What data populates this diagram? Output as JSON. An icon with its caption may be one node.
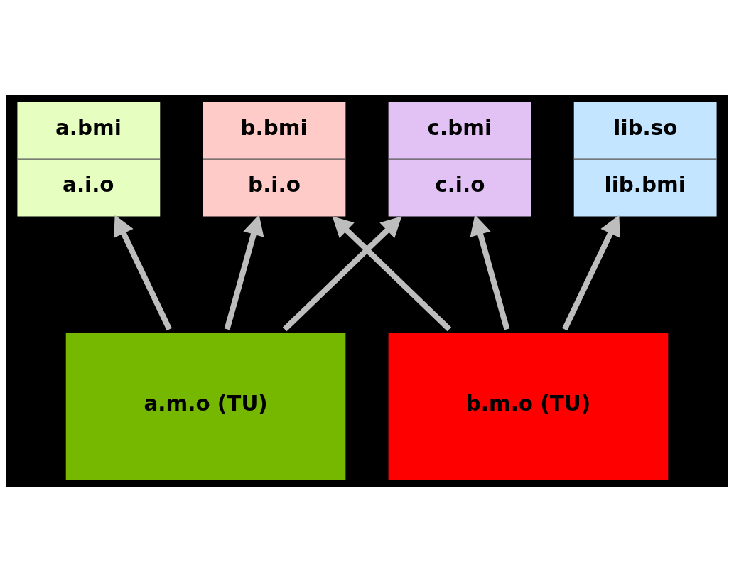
{
  "diagram": {
    "nodes": [
      {
        "text": [
          "a.bmi",
          "a.i.o"
        ]
      },
      {
        "text": [
          "b.bmi",
          "b.i.o"
        ]
      },
      {
        "text": [
          "c.bmi",
          "c.i.o"
        ]
      },
      {
        "text": [
          "lib.so",
          "lib.bmi"
        ]
      },
      {
        "text": [
          "a.m.o (TU)"
        ]
      },
      {
        "text": [
          "b.m.o (TU)"
        ]
      }
    ],
    "edges": [
      {
        "from": 4,
        "to": 0,
        "arrow": "to"
      },
      {
        "from": 4,
        "to": 1,
        "arrow": "to"
      },
      {
        "from": 4,
        "to": 2,
        "arrow": "to"
      },
      {
        "from": 5,
        "to": 1,
        "arrow": "to"
      },
      {
        "from": 5,
        "to": 2,
        "arrow": "to"
      },
      {
        "from": 5,
        "to": 3,
        "arrow": "to"
      }
    ]
  }
}
